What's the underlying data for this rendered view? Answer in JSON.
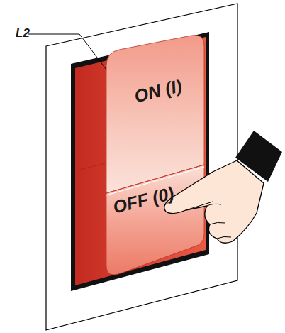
{
  "diagram": {
    "labels": [
      "L2",
      "ON (I)",
      "OFF (0)"
    ]
  }
}
